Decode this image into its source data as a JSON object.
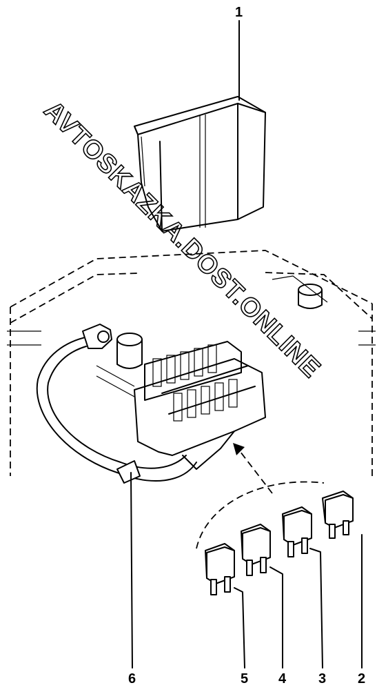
{
  "watermark": "AVTOSKAZKA.DOST.ONLINE",
  "callouts": {
    "c1": "1",
    "c2": "2",
    "c3": "3",
    "c4": "4",
    "c5": "5",
    "c6": "6"
  }
}
